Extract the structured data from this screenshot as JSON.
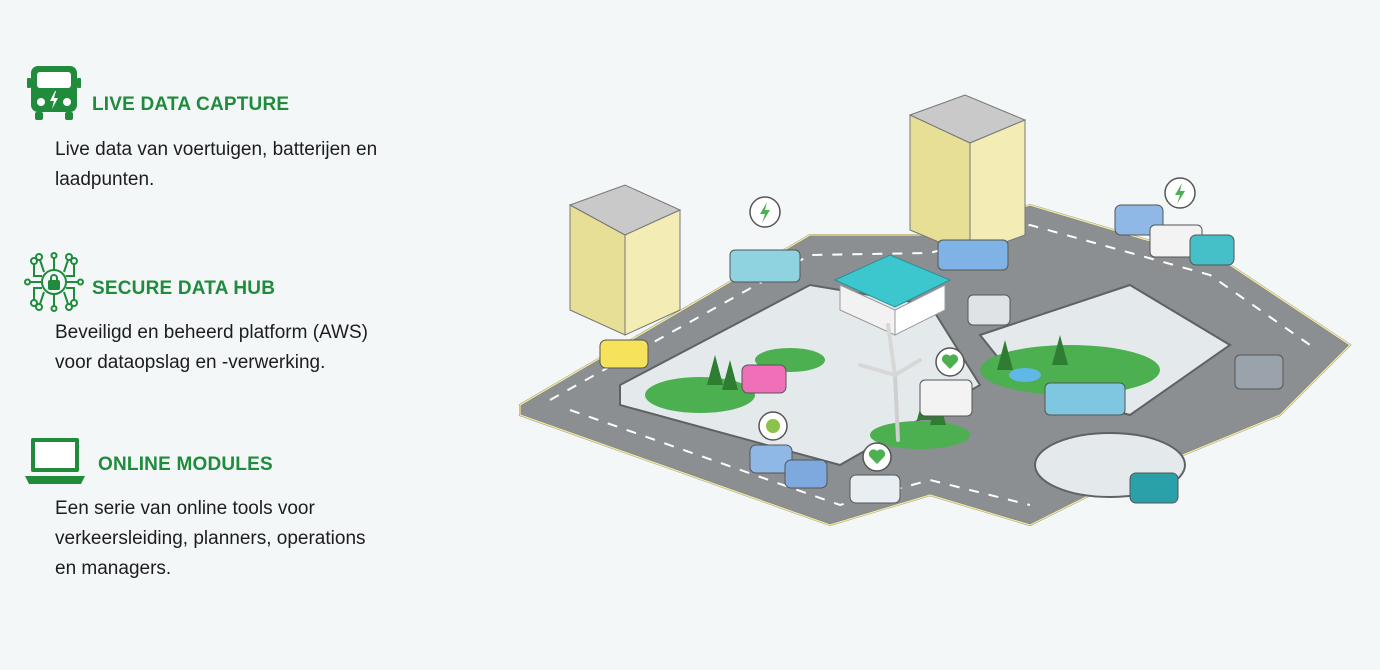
{
  "features": [
    {
      "icon": "bus-charging-icon",
      "title": "LIVE DATA CAPTURE",
      "description_lines": [
        "Live data van voertuigen, batterijen en",
        "laadpunten."
      ]
    },
    {
      "icon": "secure-lock-network-icon",
      "title": "SECURE DATA HUB",
      "description_lines": [
        "Beveiligd en beheerd platform (AWS)",
        "voor dataopslag en -verwerking."
      ]
    },
    {
      "icon": "laptop-icon",
      "title": "ONLINE MODULES",
      "description_lines": [
        "Een serie van online tools voor",
        "verkeersleiding, planners, operations",
        "en managers."
      ]
    }
  ],
  "illustration": {
    "subject": "isometric-smart-city",
    "colors": {
      "accent": "#1f8b3b",
      "road": "#8c8f92",
      "grass": "#4caf50",
      "building": "#efe7a6",
      "background": "#f3f7f8"
    }
  }
}
